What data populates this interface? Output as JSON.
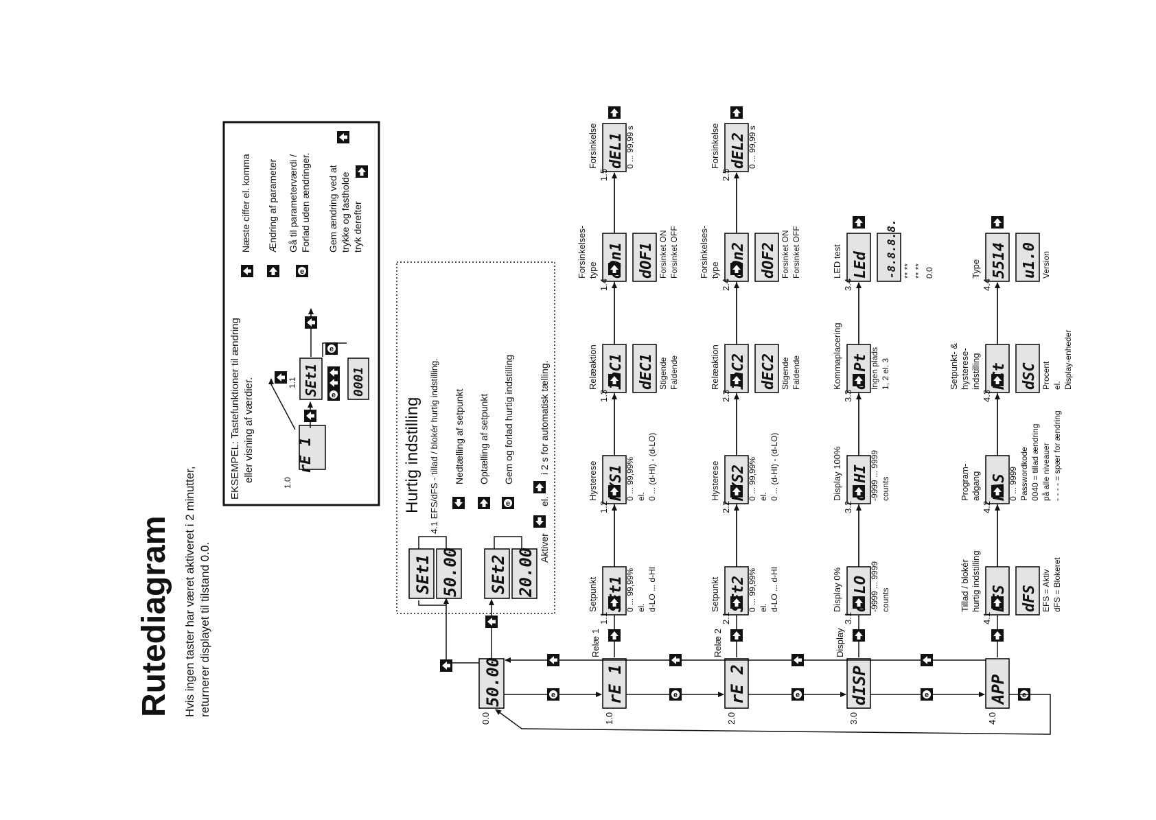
{
  "title": "Rutediagram",
  "intro": [
    "Hvis ingen taster har været aktiveret i 2 minutter,",
    "returnerer displayet til tilstand 0.0."
  ],
  "example": {
    "title_lines": [
      "EKSEMPEL: Tastefunktioner til ændring",
      "eller visning af værdier."
    ],
    "num_10": "1.0",
    "num_11": "1.1",
    "disp_re1": "rE 1",
    "disp_set1": "SEt1",
    "disp_0001": "0001",
    "legend": [
      {
        "icon": "up-key-icon",
        "lines": [
          "Næste ciffer el. komma"
        ]
      },
      {
        "icon": "up-key-icon",
        "lines": [
          "Ændring af parameter"
        ]
      },
      {
        "icon": "e-key-icon",
        "lines": [
          "Gå til parameterværdi /",
          "Forlad uden ændringer."
        ]
      },
      {
        "icon": "save-hold-note",
        "lines": [
          "Gem ændring ved at",
          "trykke og fastholde",
          "tryk derefter"
        ]
      }
    ]
  },
  "quick": {
    "title": "Hurtig indstilling",
    "subtitle": "4.1 EFS/dFS - tillad / blokér hurtig indstilling.",
    "legend": [
      "Nedtælling af setpunkt",
      "Optælling af setpunkt",
      "Gem og forlad hurtig indstilling"
    ],
    "auto_prefix": "Aktiver",
    "auto_mid": "el.",
    "auto_suffix": "i 2 s for automatisk tælling.",
    "disp_set1": "SEt1",
    "disp_5000": "50.00",
    "disp_set2": "SEt2",
    "disp_2000": "20.00"
  },
  "main": {
    "num_00": "0.0",
    "disp_00": "50.00",
    "levels": [
      {
        "num": "1.0",
        "label": "Relæ 1",
        "disp": "rE 1"
      },
      {
        "num": "2.0",
        "label": "Relæ 2",
        "disp": "rE 2"
      },
      {
        "num": "3.0",
        "label": "Display",
        "disp": "dISP"
      },
      {
        "num": "4.0",
        "label": "",
        "disp": "APP"
      }
    ]
  },
  "row1": [
    {
      "num": "1.1",
      "label": [
        "Setpunkt"
      ],
      "disp": [
        "SEt1"
      ],
      "notes": [
        "0 ... 99,99%",
        "el.",
        "d-LO ... d-HI"
      ]
    },
    {
      "num": "1.2",
      "label": [
        "Hysterese"
      ],
      "disp": [
        "HYS1"
      ],
      "notes": [
        "0 ... 99,99%",
        "el.",
        "0 ... (d-HI) - (d-LO)"
      ]
    },
    {
      "num": "1.3",
      "label": [
        "Relæaktion"
      ],
      "disp": [
        "InC1",
        "dEC1"
      ],
      "notes": [
        "Stigende",
        "Faldende"
      ]
    },
    {
      "num": "1.4",
      "label": [
        "Forsinkelses-",
        "type"
      ],
      "disp": [
        "dOn1",
        "dOF1"
      ],
      "notes": [
        "Forsinket ON",
        "Forsinket OFF"
      ]
    },
    {
      "num": "1.5",
      "label": [
        "Forsinkelse"
      ],
      "disp": [
        "dEL1"
      ],
      "notes": [
        "0 ... 99,99 s"
      ]
    }
  ],
  "row2": [
    {
      "num": "2.1",
      "label": [
        "Setpunkt"
      ],
      "disp": [
        "SEt2"
      ],
      "notes": [
        "0 ... 99,99%",
        "el.",
        "d-LO ... d-HI"
      ]
    },
    {
      "num": "2.2",
      "label": [
        "Hysterese"
      ],
      "disp": [
        "HYS2"
      ],
      "notes": [
        "0 ... 99,99%",
        "el.",
        "0 ... (d-HI) - (d-LO)"
      ]
    },
    {
      "num": "2.3",
      "label": [
        "Relæaktion"
      ],
      "disp": [
        "InC2",
        "dEC2"
      ],
      "notes": [
        "Stigende",
        "Faldende"
      ]
    },
    {
      "num": "2.4",
      "label": [
        "Forsinkelses-",
        "type"
      ],
      "disp": [
        "dOn2",
        "dOF2"
      ],
      "notes": [
        "Forsinket ON",
        "Forsinket OFF"
      ]
    },
    {
      "num": "2.5",
      "label": [
        "Forsinkelse"
      ],
      "disp": [
        "dEL2"
      ],
      "notes": [
        "0 ... 99,99 s"
      ]
    }
  ],
  "row3": [
    {
      "num": "3.1",
      "label": [
        "Display 0%"
      ],
      "disp": [
        "d-LO"
      ],
      "notes": [
        "-9999 ... 9999",
        "counts"
      ]
    },
    {
      "num": "3.2",
      "label": [
        "Display 100%"
      ],
      "disp": [
        "d-HI"
      ],
      "notes": [
        "-9999 ... 9999",
        "counts"
      ]
    },
    {
      "num": "3.3",
      "label": [
        "Kommaplacering"
      ],
      "disp": [
        "d-Pt"
      ],
      "notes": [
        "Ingen plads",
        "1, 2 el. 3"
      ]
    },
    {
      "num": "3.4",
      "label": [
        "LED test"
      ],
      "disp": [
        "LEd",
        "-8.8.8.8."
      ],
      "notes": [
        "** **",
        "** **",
        "0.0"
      ]
    }
  ],
  "row4": [
    {
      "num": "4.1",
      "label": [
        "Tillad / blokér",
        "hurtig indstilling"
      ],
      "disp": [
        "EFS",
        "dFS"
      ],
      "notes": [
        "EFS = Aktiv",
        "dFS = Blokeret"
      ]
    },
    {
      "num": "4.2",
      "label": [
        "Program-",
        "adgang"
      ],
      "disp": [
        "PAS"
      ],
      "notes": [
        "0 ... 9999",
        "Passwordkode",
        "0040   = tillad ændring",
        "på alle niveauer",
        "- - - - = spær for ændring"
      ]
    },
    {
      "num": "4.3",
      "label": [
        "Setpunkt- &",
        "hysterese-",
        "indstilling"
      ],
      "disp": [
        "PCt",
        "dSC"
      ],
      "notes": [
        "Procent",
        "el.",
        "Display-enheder"
      ]
    },
    {
      "num": "4.4",
      "label": [
        "Type"
      ],
      "disp": [
        "5514",
        "u1.0"
      ],
      "notes": [
        "Version"
      ]
    }
  ]
}
